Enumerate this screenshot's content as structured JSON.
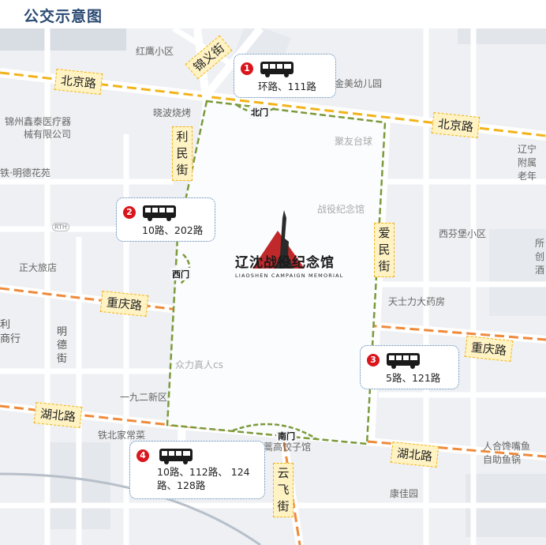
{
  "title": "公交示意图",
  "roads": {
    "beijing_w": "北京路",
    "beijing_e": "北京路",
    "chongqing_w": "重庆路",
    "chongqing_e": "重庆路",
    "hubei_w": "湖北路",
    "hubei_e": "湖北路",
    "jinyi": "锦义街",
    "limin": "利民街",
    "aimin": "爱民街",
    "yunfei": "云飞街",
    "mingde": "明德街",
    "li": "利",
    "shangxing": "商行"
  },
  "pois": {
    "honghang": "红鹰小区",
    "jinzhou_1": "锦州鑫泰医疗器",
    "jinzhou_2": "械有限公司",
    "xiaobo": "晓波烧烤",
    "tiemingde": "铁·明德花苑",
    "zhengda": "正大旅店",
    "xifengbao": "西芬堡小区",
    "tianshili": "天士力大药房",
    "zhongli": "众力真人cs",
    "yijiuer": "一九二新区",
    "tiebei": "铁北家常菜",
    "haogao": "蒿高饺子馆",
    "kangjia": "康佳园",
    "jinmei": "金美幼儿园",
    "juyouyi": "聚友台球",
    "zhanyi": "战役纪念馆",
    "renhe_1": "人合馋嘴鱼",
    "renhe_2": "自助鱼锅",
    "liaoning_1": "辽宁",
    "liaoning_2": "附属",
    "liaoning_3": "老年",
    "rth": "RTH",
    "right_edge": "所创酒"
  },
  "gates": {
    "north": "北门",
    "west": "西门",
    "south": "南门"
  },
  "logo": {
    "cn": "辽沈战役纪念馆",
    "en": "LIAOSHEN  CAMPAIGN  MEMORIAL"
  },
  "callouts": [
    {
      "num": "1",
      "routes": "环路、111路"
    },
    {
      "num": "2",
      "routes": "10路、202路"
    },
    {
      "num": "3",
      "routes": "5路、121路"
    },
    {
      "num": "4",
      "routes": "10路、112路、 124\n路、128路"
    }
  ],
  "colors": {
    "road_main": "#f2b31a",
    "road_orange": "#ef8a3a",
    "label_bg": "#fff3c4",
    "boundary": "#7a9a3a",
    "marker": "#d9161c"
  }
}
